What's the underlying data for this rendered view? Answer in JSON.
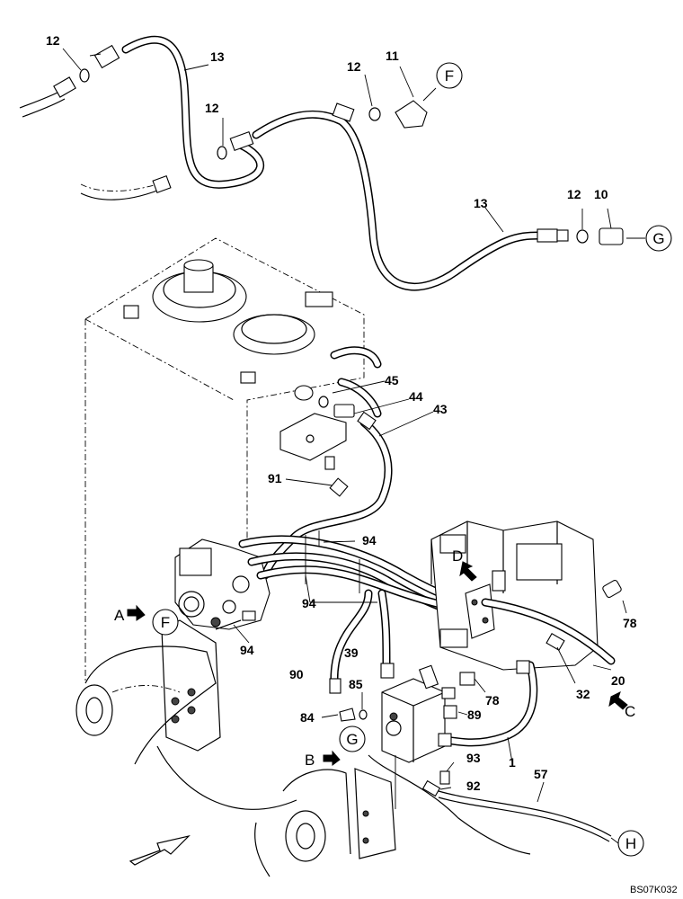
{
  "drawing_code": "BS07K032",
  "part_labels": {
    "p12a": "12",
    "p12b": "12",
    "p12c": "12",
    "p12d": "12",
    "p13a": "13",
    "p13b": "13",
    "p11": "11",
    "p10": "10",
    "p45": "45",
    "p44": "44",
    "p43": "43",
    "p91": "91",
    "p94a": "94",
    "p94b": "94",
    "p94c": "94",
    "p78a": "78",
    "p78b": "78",
    "p20": "20",
    "p32": "32",
    "p39": "39",
    "p90": "90",
    "p85": "85",
    "p84": "84",
    "p89": "89",
    "p1": "1",
    "p93": "93",
    "p92": "92",
    "p57": "57"
  },
  "circle_refs": {
    "F_top": "F",
    "G_top": "G",
    "F_bottom": "F",
    "G_bottom": "G",
    "H_bottom": "H"
  },
  "view_arrows": {
    "A": "A",
    "B": "B",
    "C": "C",
    "D": "D"
  }
}
